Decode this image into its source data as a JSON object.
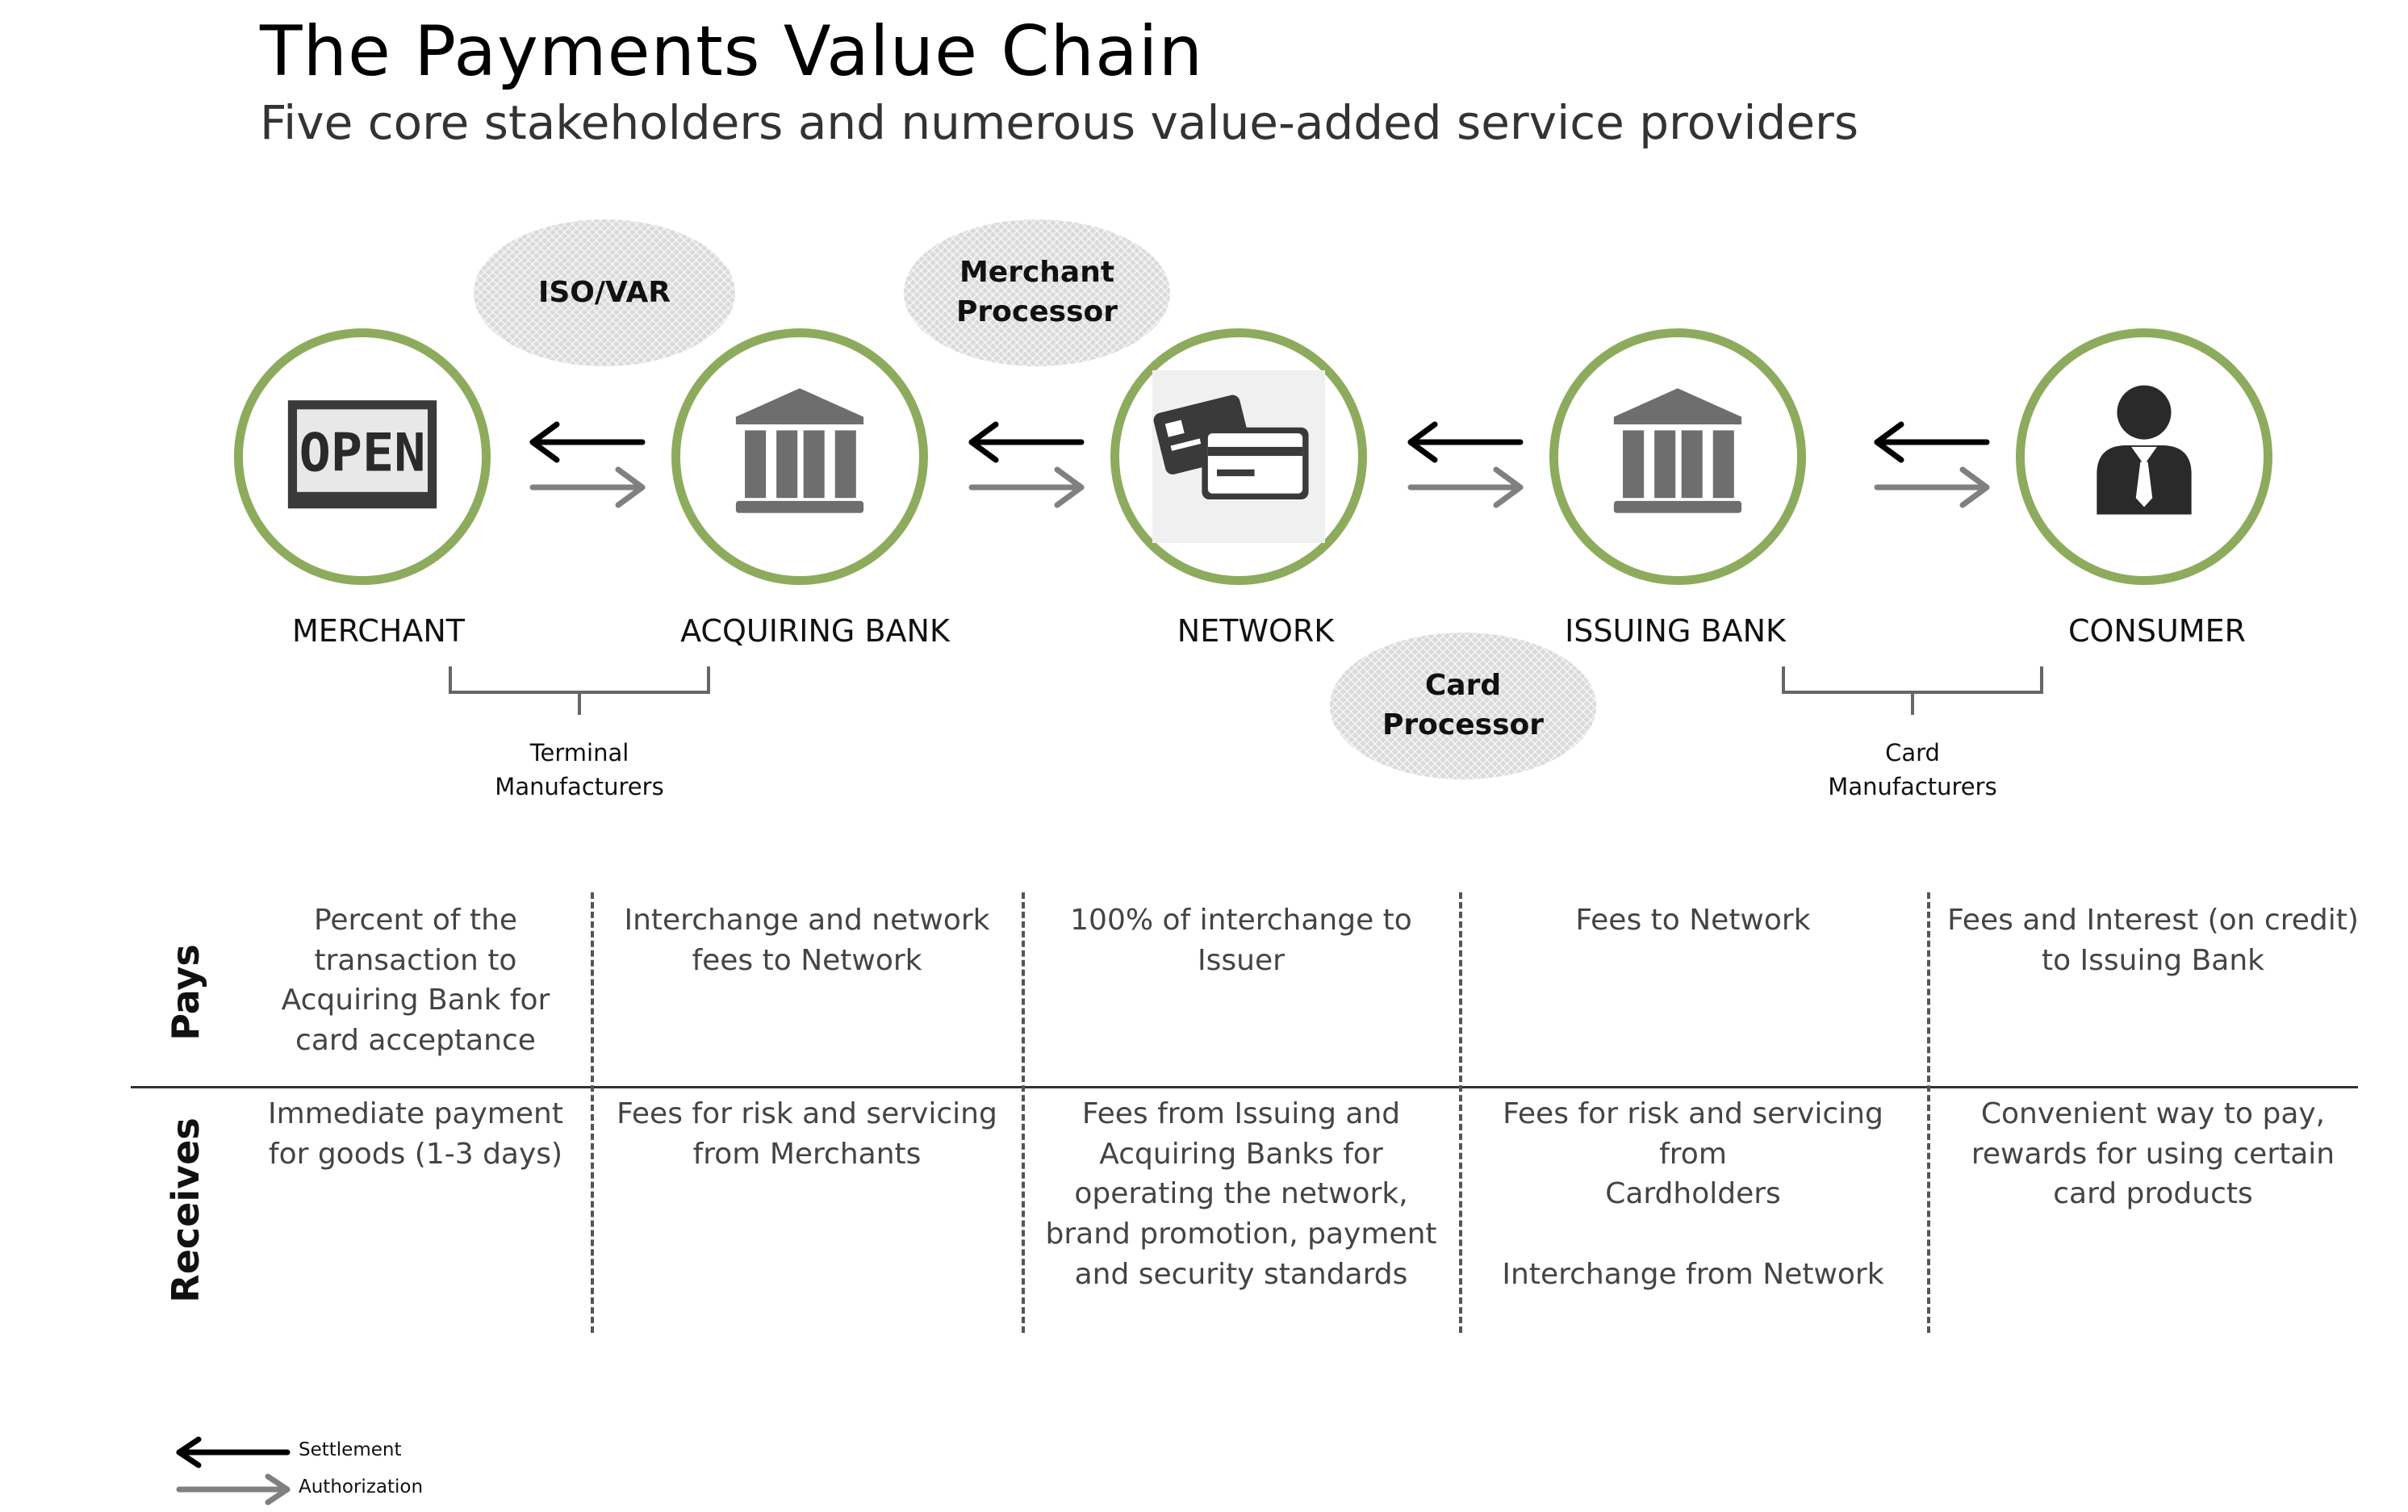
{
  "header": {
    "title": "The Payments Value Chain",
    "subtitle": "Five core stakeholders and numerous value-added service providers"
  },
  "colors": {
    "ring": "#8dab5d",
    "settlement_arrow": "#000000",
    "authorization_arrow": "#808080",
    "icon_gray": "#6e6e6e",
    "bubble_fill": "#d9d9d9"
  },
  "nodes": [
    {
      "label": "MERCHANT",
      "icon": "open-sign-icon"
    },
    {
      "label": "ACQUIRING BANK",
      "icon": "bank-icon"
    },
    {
      "label": "NETWORK",
      "icon": "payment-cards-icon"
    },
    {
      "label": "ISSUING BANK",
      "icon": "bank-icon"
    },
    {
      "label": "CONSUMER",
      "icon": "businessman-icon"
    }
  ],
  "open_sign_text": "OPEN",
  "bubbles": {
    "iso_var": "ISO/VAR",
    "merchant_processor": "Merchant\nProcessor",
    "card_processor": "Card\nProcessor"
  },
  "manufacturers": {
    "terminal": "Terminal\nManufacturers",
    "card": "Card\nManufacturers"
  },
  "table": {
    "pays_label": "Pays",
    "receives_label": "Receives",
    "pays": [
      "Percent of the\ntransaction to\nAcquiring Bank for\ncard acceptance",
      "Interchange and network\nfees to Network",
      "100% of interchange to\nIssuer",
      "Fees to Network",
      "Fees and Interest (on credit)\nto Issuing Bank"
    ],
    "receives": [
      "Immediate payment\nfor goods (1-3 days)",
      "Fees for risk and servicing\nfrom Merchants",
      "Fees from Issuing and\nAcquiring Banks for\noperating the network,\nbrand promotion, payment\nand security standards",
      "Fees for risk and servicing from\nCardholders\n\nInterchange from Network",
      "Convenient way to pay,\nrewards for using certain\ncard products"
    ]
  },
  "legend": {
    "settlement": "Settlement",
    "authorization": "Authorization"
  }
}
